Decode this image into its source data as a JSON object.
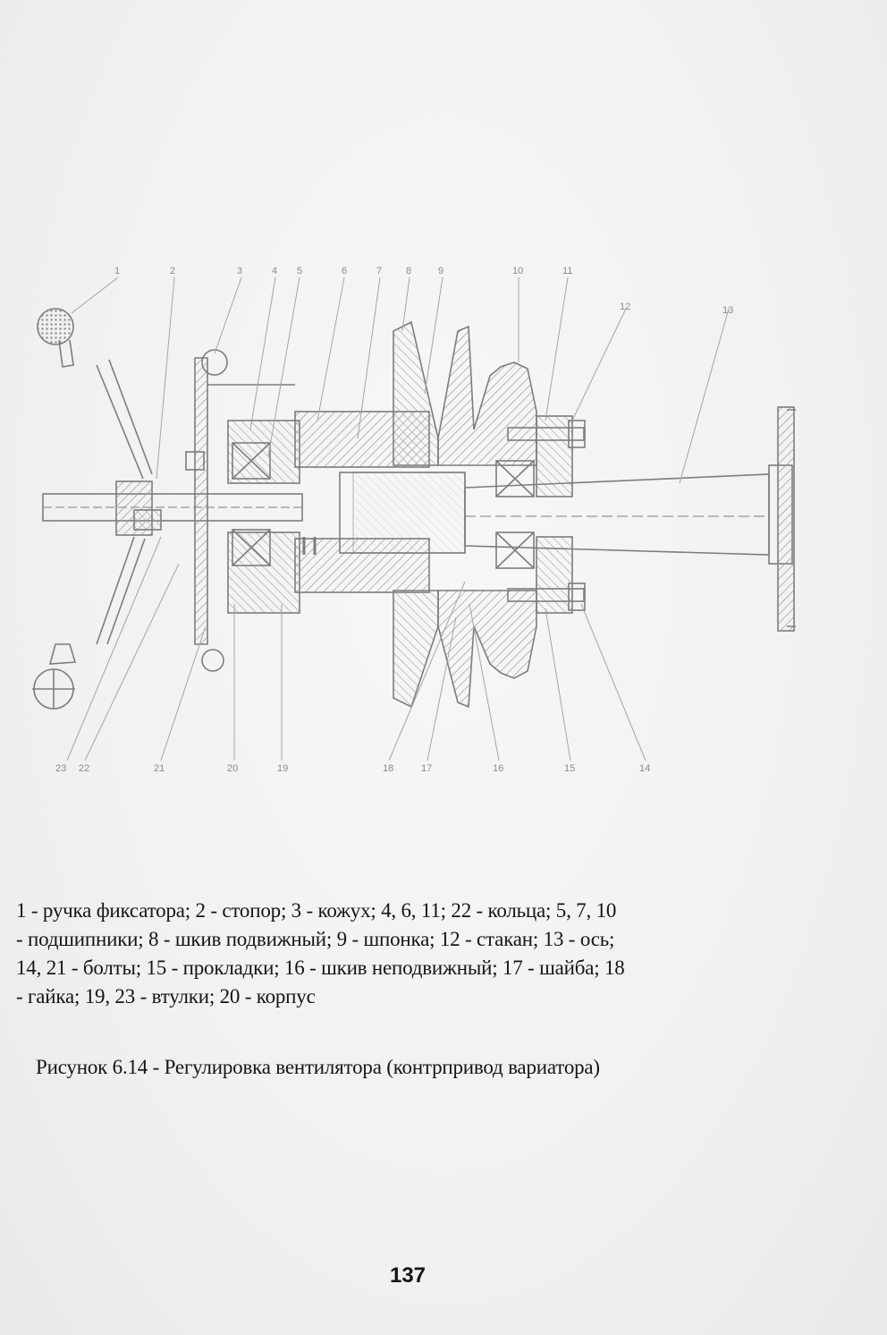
{
  "figure": {
    "callouts_top": [
      "1",
      "2",
      "3",
      "4",
      "5",
      "6",
      "7",
      "8",
      "9",
      "10",
      "11",
      "12",
      "13"
    ],
    "callouts_bottom": [
      "23",
      "22",
      "21",
      "20",
      "19",
      "18",
      "17",
      "16",
      "15",
      "14"
    ]
  },
  "legend": {
    "lines": [
      "1 - ручка фиксатора; 2 - стопор; 3 - кожух; 4, 6, 11; 22 - кольца; 5, 7, 10",
      "- подшипники; 8 - шкив подвижный; 9 - шпонка; 12 - стакан; 13 - ось;",
      "14, 21 - болты; 15 - прокладки; 16 - шкив неподвижный; 17 - шайба; 18",
      "- гайка; 19, 23 - втулки; 20 - корпус"
    ]
  },
  "caption": "Рисунок 6.14 - Регулировка вентилятора (контрпривод вариатора)",
  "page_number": "137",
  "colors": {
    "hatch": "#9a9a9a",
    "line": "#7d7d7d",
    "text": "#151515"
  }
}
